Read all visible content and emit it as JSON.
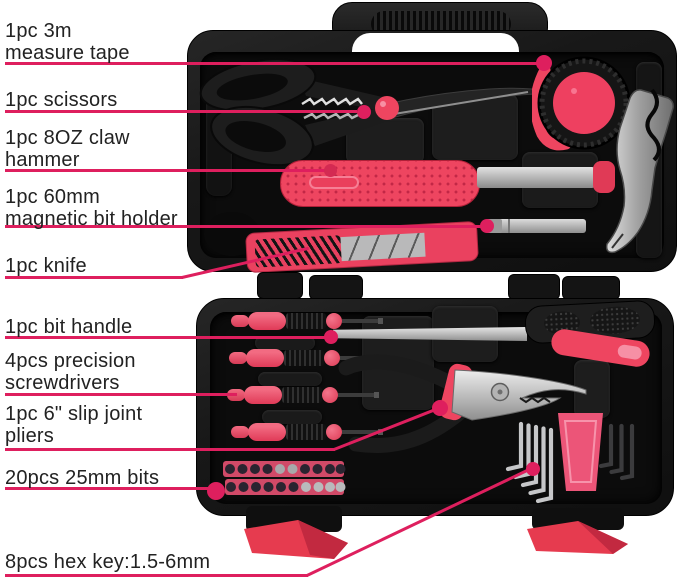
{
  "colors": {
    "background": "#ffffff",
    "accent_line": "#de1f5e",
    "tool_pink": "#ee4560",
    "latch_red": "#e63b4f",
    "case_black": "#171717",
    "metal_silver": "#c9c9c9"
  },
  "callouts": [
    {
      "id": "measure-tape",
      "lines": [
        "1pc 3m",
        "measure tape"
      ]
    },
    {
      "id": "scissors",
      "lines": [
        "1pc scissors"
      ]
    },
    {
      "id": "claw-hammer",
      "lines": [
        "1pc 8OZ claw",
        "hammer"
      ]
    },
    {
      "id": "magnetic-bit-holder",
      "lines": [
        "1pc 60mm",
        "magnetic bit holder"
      ]
    },
    {
      "id": "knife",
      "lines": [
        "1pc knife"
      ]
    },
    {
      "id": "bit-handle",
      "lines": [
        "1pc bit handle"
      ]
    },
    {
      "id": "precision-screwdrivers",
      "lines": [
        "4pcs precision",
        "screwdrivers"
      ]
    },
    {
      "id": "slip-joint-pliers",
      "lines": [
        "1pc 6\" slip joint",
        "pliers"
      ]
    },
    {
      "id": "bits",
      "lines": [
        "20pcs 25mm bits"
      ]
    },
    {
      "id": "hex-keys",
      "lines": [
        "8pcs hex key:1.5-6mm"
      ]
    }
  ]
}
